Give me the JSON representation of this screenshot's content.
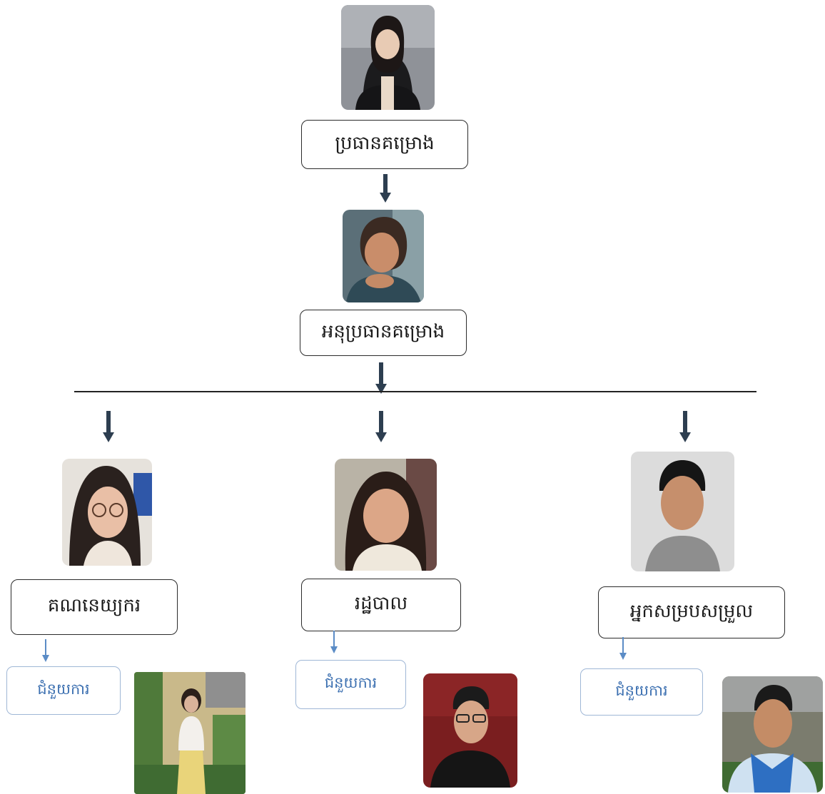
{
  "chart": {
    "lead": {
      "label": "ប្រធានគម្រោង",
      "photo": "lead-portrait"
    },
    "deputy": {
      "label": "អនុប្រធានគម្រោង",
      "photo": "deputy-portrait"
    },
    "branches": [
      {
        "label": "គណនេយ្យករ",
        "photo": "accountant-portrait",
        "assistant_label": "ជំនួយការ",
        "assistant_photo": "accountant-assistant-portrait"
      },
      {
        "label": "រដ្ឋបាល",
        "photo": "admin-portrait",
        "assistant_label": "ជំនួយការ",
        "assistant_photo": "admin-assistant-portrait"
      },
      {
        "label": "អ្នកសម្របសម្រួល",
        "photo": "coordinator-portrait",
        "assistant_label": "ជំនួយការ",
        "assistant_photo": "coordinator-assistant-portrait"
      }
    ]
  },
  "colors": {
    "arrow": "#2d3e50",
    "assistant_arrow": "#5b8cc6",
    "box_border": "#2b2b2b",
    "assistant_border": "#9fb7d6",
    "assistant_text": "#3b6fb0"
  }
}
